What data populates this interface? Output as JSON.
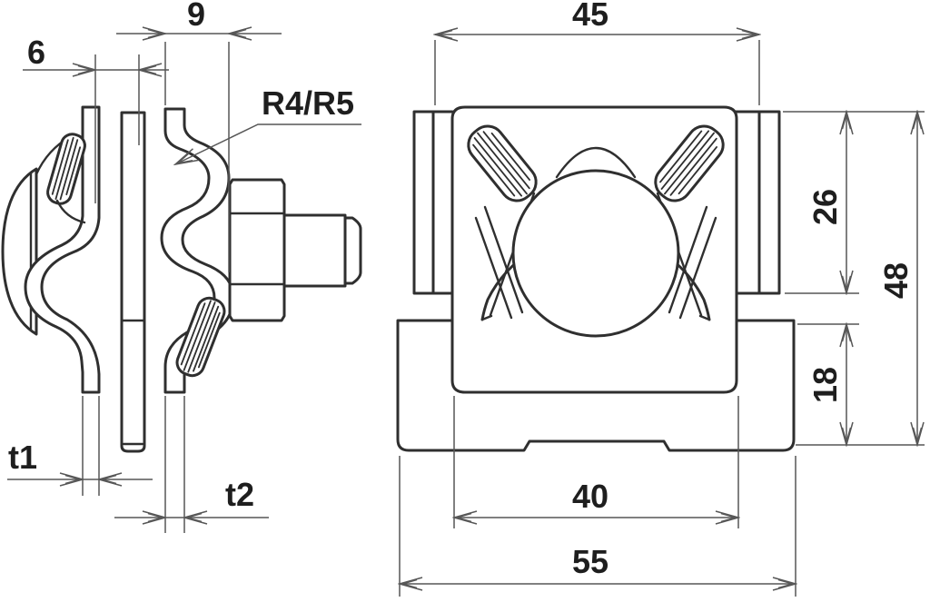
{
  "colors": {
    "line": "#2f2f2f",
    "thin": "#575757",
    "text": "#1e1e1e",
    "bg": "#ffffff"
  },
  "dimensions": {
    "side": {
      "gap": "6",
      "groove": "9",
      "radius": "R4/R5",
      "t1": "t1",
      "t2": "t2"
    },
    "front": {
      "width": "45",
      "upper": "26",
      "total": "48",
      "lower": "18",
      "inner": "40",
      "base": "55"
    }
  }
}
